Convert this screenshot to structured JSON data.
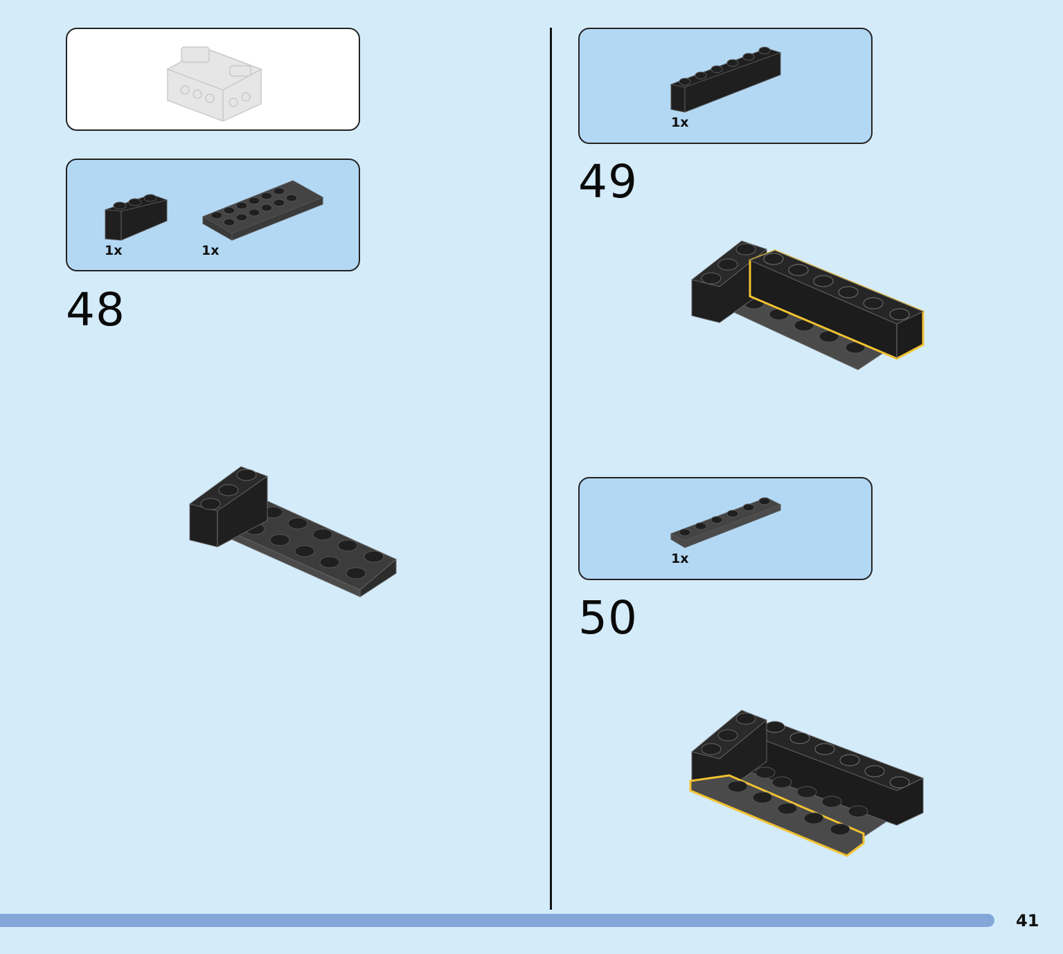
{
  "colors": {
    "background": "#d4ebfa",
    "parts_box": "#b3d8f4",
    "brick_black": "#1f1f1f",
    "plate_grey": "#4a4a4a",
    "highlight": "#f2c230",
    "progress_bar": "#84a6d8"
  },
  "page_number": "41",
  "left": {
    "step48": {
      "number": "48",
      "parts": [
        {
          "icon": "brick-1x3-icon",
          "qty": "1x"
        },
        {
          "icon": "plate-2x6-icon",
          "qty": "1x"
        }
      ]
    }
  },
  "right": {
    "step49": {
      "number": "49",
      "parts": [
        {
          "icon": "brick-1x6-icon",
          "qty": "1x"
        }
      ]
    },
    "step50": {
      "number": "50",
      "parts": [
        {
          "icon": "plate-1x6-icon",
          "qty": "1x"
        }
      ]
    }
  }
}
